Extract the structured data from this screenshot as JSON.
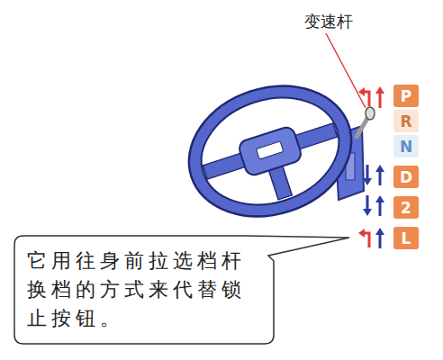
{
  "diagram": {
    "nodes": [
      {
        "text": [
          "P"
        ]
      },
      {
        "text": [
          "R"
        ]
      },
      {
        "text": [
          "N"
        ]
      },
      {
        "text": [
          "D"
        ]
      },
      {
        "text": [
          "2"
        ]
      },
      {
        "text": [
          "L"
        ]
      },
      {
        "text": [
          "它用往身前拉选档杆换档的方式来代替锁止按钮。"
        ]
      }
    ],
    "labels": [
      "变速杆"
    ]
  }
}
